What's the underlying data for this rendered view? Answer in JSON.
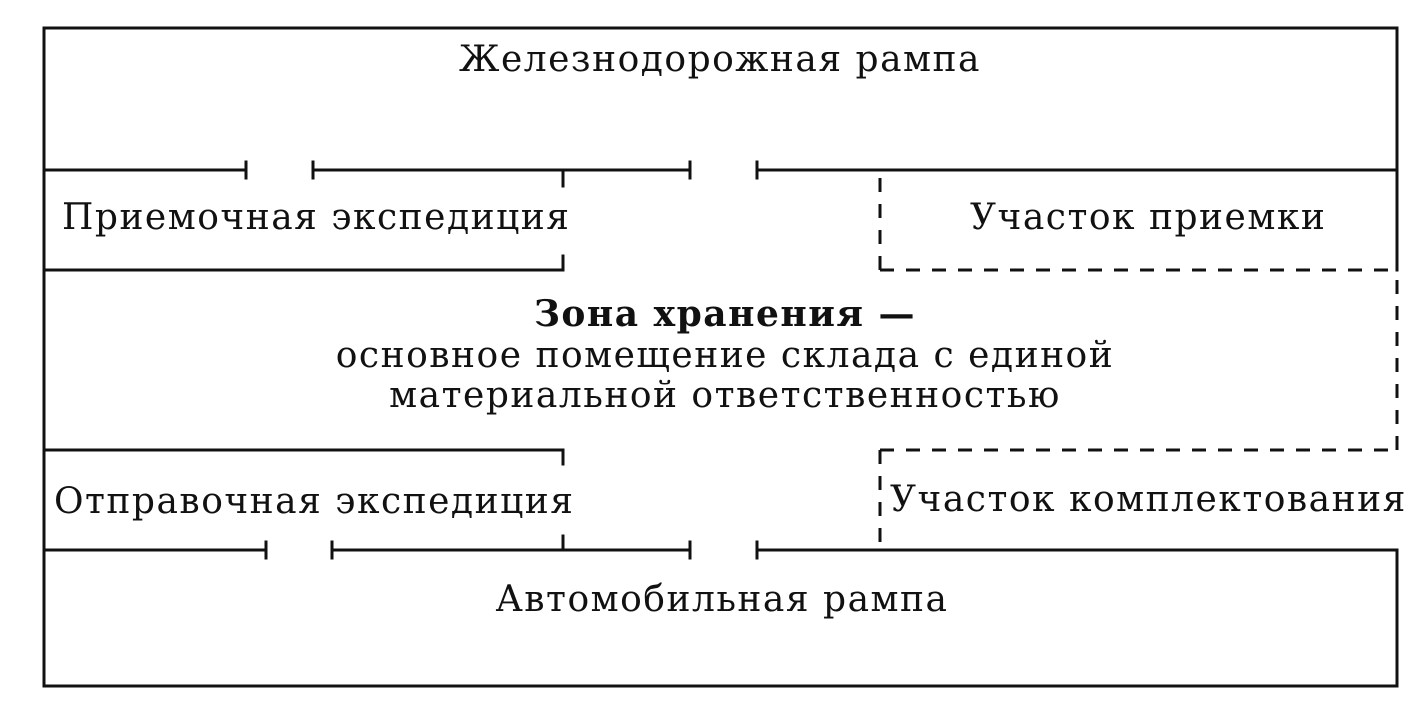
{
  "diagram": {
    "railway_ramp": "Железнодорожная рампа",
    "receiving_expedition": "Приемочная экспедиция",
    "receiving_area": "Участок приемки",
    "storage_zone_title": "Зона хранения —",
    "storage_zone_line2": "основное помещение склада с единой",
    "storage_zone_line3": "материальной ответственностью",
    "shipping_expedition": "Отправочная экспедиция",
    "picking_area": "Участок комплектования",
    "truck_ramp": "Автомобильная рампа"
  },
  "colors": {
    "line": "#111111",
    "background": "#ffffff"
  }
}
